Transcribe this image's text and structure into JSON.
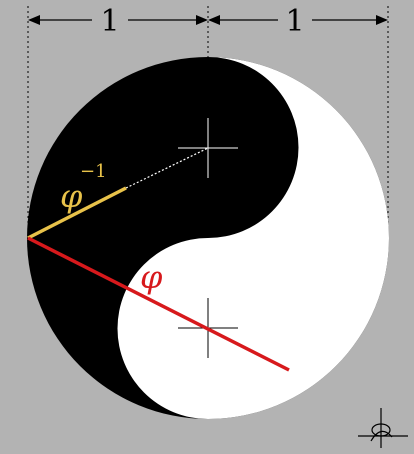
{
  "dimensions": {
    "left_label": "1",
    "right_label": "1"
  },
  "labels": {
    "phi_inverse": "φ",
    "phi_inverse_exponent": "−1",
    "phi": "φ"
  },
  "colors": {
    "background": "#b3b3b3",
    "yin": "#000000",
    "yang": "#ffffff",
    "phi_inverse_line": "#e8c24a",
    "phi_line": "#d7191c",
    "dimension_line": "#000000"
  },
  "icons": {
    "corner_logo": "phi-cross-logo-icon"
  }
}
